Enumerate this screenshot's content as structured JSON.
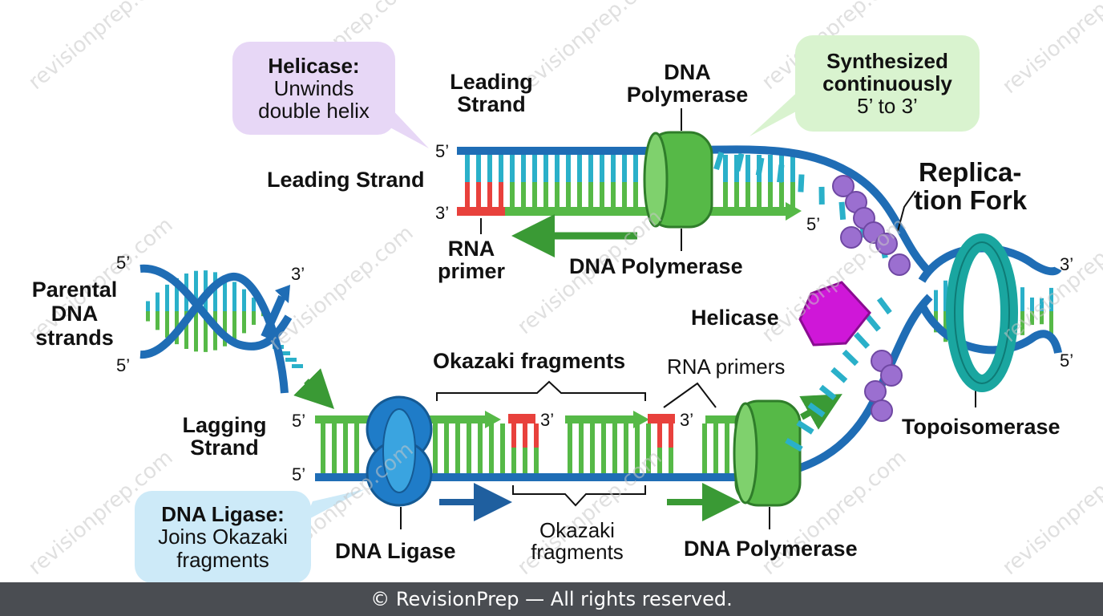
{
  "callouts": {
    "helicase": {
      "title": "Helicase:",
      "line1": "Unwinds",
      "line2": "double helix"
    },
    "synth": {
      "line1": "Synthesized",
      "line2": "continuously",
      "line3": "5’ to 3’"
    },
    "ligase": {
      "title": "DNA Ligase:",
      "line1": "Joins Okazaki",
      "line2": "fragments"
    }
  },
  "labels": {
    "leading_strand_top": [
      "Leading",
      "Strand"
    ],
    "dna_polymerase_top": [
      "DNA",
      "Polymerase"
    ],
    "leading_strand_side": "Leading Strand",
    "rna_primer": [
      "RNA",
      "primer"
    ],
    "dna_polymerase_mid": "DNA Polymerase",
    "replication_fork": [
      "Replica-",
      "tion Fork"
    ],
    "parental": [
      "Parental",
      "DNA",
      "strands"
    ],
    "helicase": "Helicase",
    "okazaki_top": "Okazaki fragments",
    "rna_primers": "RNA primers",
    "lagging_strand": [
      "Lagging",
      "Strand"
    ],
    "topoisomerase": "Topoisomerase",
    "dna_ligase": "DNA Ligase",
    "okazaki_bottom": [
      "Okazaki",
      "fragments"
    ],
    "dna_polymerase_bottom": "DNA Polymerase"
  },
  "ends": {
    "lead_5": "5’",
    "lead_3": "3’",
    "lead_arrow_5": "5’",
    "par_top_5": "5’",
    "par_bot_5": "5’",
    "par_3": "3’",
    "right_3": "3’",
    "right_5": "5’",
    "lag_top_5": "5’",
    "lag_bot_5": "5’",
    "frag1_3": "3’",
    "frag2_3": "3’"
  },
  "watermark": "revisionprep.com",
  "footer": "© RevisionPrep — All rights reserved.",
  "colors": {
    "blue": "#1f6db5",
    "cyan": "#2ab0c9",
    "green": "#56b947",
    "red": "#e8413c",
    "purple": "#9b6fd0",
    "magenta": "#cf17d8",
    "teal": "#1aa6a0",
    "helicase_bubble": "#e7d7f6",
    "synth_bubble": "#d9f3cf",
    "ligase_bubble": "#cdeaf8"
  }
}
